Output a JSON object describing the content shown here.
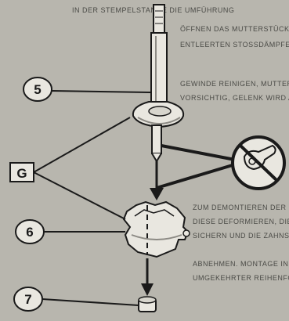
{
  "background_text": [
    "IN DER STEMPELSTANGE DIE UMFÜHRUNG",
    "ÖFFNEN DAS MUTTERSTÜCK MIT DEM",
    "ENTLEERTEN STOSSDÄMPFER ABSCHRAUBEN",
    "GEWINDE REINIGEN, MUTTER PRÜFEN,",
    "VORSICHTIG, GELENK WIRD AN DER",
    "ZUM DEMONTIEREN DER KOLBENSTANGE",
    "DIESE DEFORMIEREN, DIE MUTTER",
    "SICHERN UND DIE ZAHNSTANGE",
    "ABNEHMEN. MONTAGE IN",
    "UMGEKEHRTER REIHENFOLGE."
  ],
  "callouts": {
    "c5": "5",
    "c6": "6",
    "c7": "7",
    "g": "G"
  },
  "colors": {
    "paper": "#b8b6ae",
    "ink": "#1a1a1a",
    "part_fill": "#e9e7e0",
    "part_shade": "#8c8a84"
  },
  "icons": [
    "prohibited-tool-icon"
  ]
}
